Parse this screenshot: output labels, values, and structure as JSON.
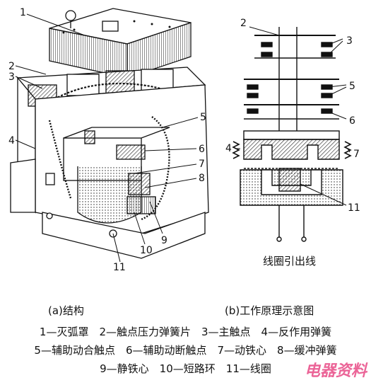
{
  "callouts": {
    "left": [
      "1",
      "2",
      "3",
      "4",
      "5",
      "6",
      "7",
      "8",
      "9",
      "10",
      "11"
    ],
    "right": [
      "2",
      "3",
      "5",
      "6",
      "4",
      "7",
      "11"
    ]
  },
  "right_caption_coil": "线圈引出线",
  "captions": {
    "a": "(a)结构",
    "b": "(b)工作原理示意图"
  },
  "legend": [
    "1—灭弧罩　2—触点压力弹簧片　3—主触点　4—反作用弹簧",
    "5—辅助动合触点　6—辅助动断触点　7—动铁心　8—缓冲弹簧",
    "9—静铁心　10—短路环　11—线圈"
  ],
  "watermark": "电器资料",
  "colors": {
    "ink": "#111111",
    "watermark": "#e84a86"
  }
}
